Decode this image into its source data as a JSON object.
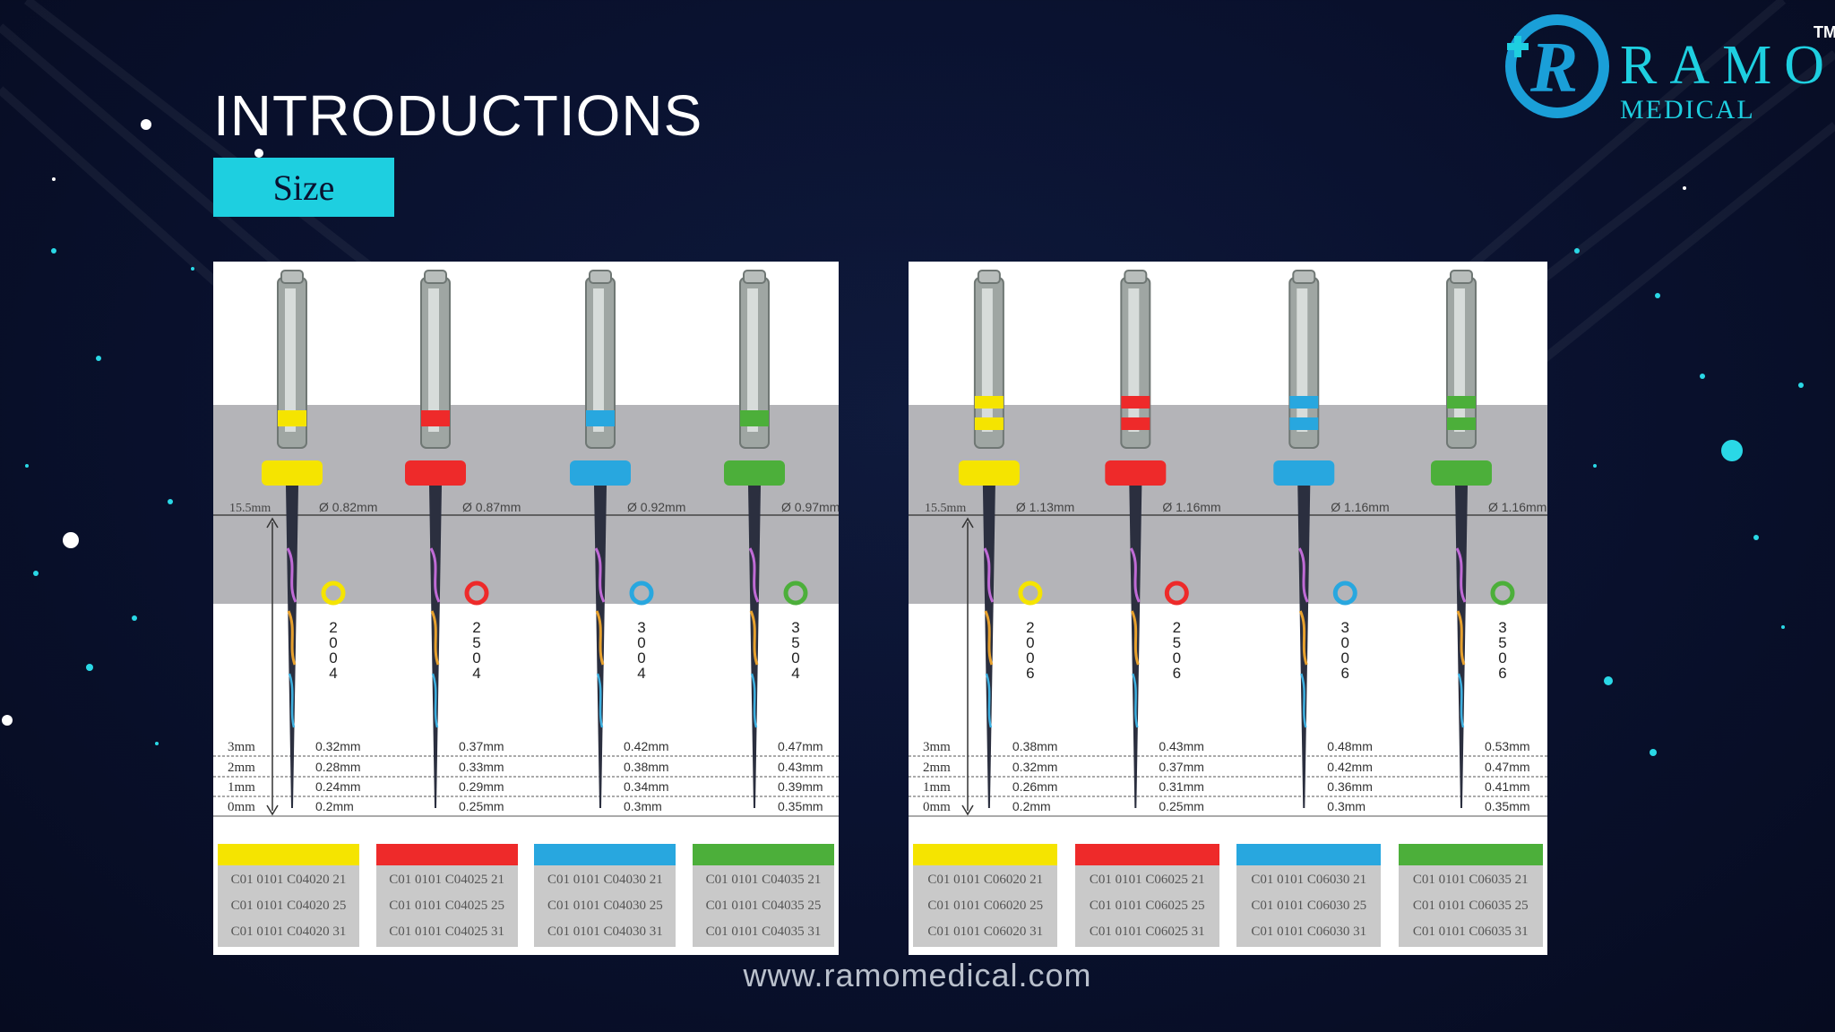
{
  "page": {
    "title": "INTRODUCTIONS",
    "size_label": "Size",
    "footer_url": "www.ramomedical.com"
  },
  "brand": {
    "logo_letters": "RAMO",
    "logo_sub": "MEDICAL",
    "trademark": "TM",
    "accent_color": "#1ecfe0"
  },
  "colors": {
    "yellow": "#f5e400",
    "red": "#ee2a2a",
    "blue": "#28a7df",
    "green": "#4caf3a"
  },
  "panels": [
    {
      "name": "taper-04",
      "length_label": "15.5mm",
      "levels": [
        "3mm",
        "2mm",
        "1mm",
        "0mm"
      ],
      "files": [
        {
          "color": "yellow",
          "shank_bands": 1,
          "diameter": "Ø 0.82mm",
          "size_code": [
            "2",
            "0",
            "0",
            "4"
          ],
          "measures": [
            "0.32mm",
            "0.28mm",
            "0.24mm",
            "0.2mm"
          ],
          "codes": [
            "C01 0101 C04020 21",
            "C01 0101 C04020 25",
            "C01 0101 C04020 31"
          ]
        },
        {
          "color": "red",
          "shank_bands": 1,
          "diameter": "Ø 0.87mm",
          "size_code": [
            "2",
            "5",
            "0",
            "4"
          ],
          "measures": [
            "0.37mm",
            "0.33mm",
            "0.29mm",
            "0.25mm"
          ],
          "codes": [
            "C01 0101 C04025 21",
            "C01 0101 C04025 25",
            "C01 0101 C04025 31"
          ]
        },
        {
          "color": "blue",
          "shank_bands": 1,
          "diameter": "Ø 0.92mm",
          "size_code": [
            "3",
            "0",
            "0",
            "4"
          ],
          "measures": [
            "0.42mm",
            "0.38mm",
            "0.34mm",
            "0.3mm"
          ],
          "codes": [
            "C01 0101 C04030 21",
            "C01 0101 C04030 25",
            "C01 0101 C04030 31"
          ]
        },
        {
          "color": "green",
          "shank_bands": 1,
          "diameter": "Ø 0.97mm",
          "size_code": [
            "3",
            "5",
            "0",
            "4"
          ],
          "measures": [
            "0.47mm",
            "0.43mm",
            "0.39mm",
            "0.35mm"
          ],
          "codes": [
            "C01 0101 C04035 21",
            "C01 0101 C04035 25",
            "C01 0101 C04035 31"
          ]
        }
      ]
    },
    {
      "name": "taper-06",
      "length_label": "15.5mm",
      "levels": [
        "3mm",
        "2mm",
        "1mm",
        "0mm"
      ],
      "files": [
        {
          "color": "yellow",
          "shank_bands": 2,
          "diameter": "Ø 1.13mm",
          "size_code": [
            "2",
            "0",
            "0",
            "6"
          ],
          "measures": [
            "0.38mm",
            "0.32mm",
            "0.26mm",
            "0.2mm"
          ],
          "codes": [
            "C01 0101 C06020 21",
            "C01 0101 C06020 25",
            "C01 0101 C06020 31"
          ]
        },
        {
          "color": "red",
          "shank_bands": 2,
          "diameter": "Ø 1.16mm",
          "size_code": [
            "2",
            "5",
            "0",
            "6"
          ],
          "measures": [
            "0.43mm",
            "0.37mm",
            "0.31mm",
            "0.25mm"
          ],
          "codes": [
            "C01 0101 C06025 21",
            "C01 0101 C06025 25",
            "C01 0101 C06025 31"
          ]
        },
        {
          "color": "blue",
          "shank_bands": 2,
          "diameter": "Ø 1.16mm",
          "size_code": [
            "3",
            "0",
            "0",
            "6"
          ],
          "measures": [
            "0.48mm",
            "0.42mm",
            "0.36mm",
            "0.3mm"
          ],
          "codes": [
            "C01 0101 C06030 21",
            "C01 0101 C06030 25",
            "C01 0101 C06030 31"
          ]
        },
        {
          "color": "green",
          "shank_bands": 2,
          "diameter": "Ø 1.16mm",
          "size_code": [
            "3",
            "5",
            "0",
            "6"
          ],
          "measures": [
            "0.53mm",
            "0.47mm",
            "0.41mm",
            "0.35mm"
          ],
          "codes": [
            "C01 0101 C06035 21",
            "C01 0101 C06035 25",
            "C01 0101 C06035 31"
          ]
        }
      ]
    }
  ]
}
